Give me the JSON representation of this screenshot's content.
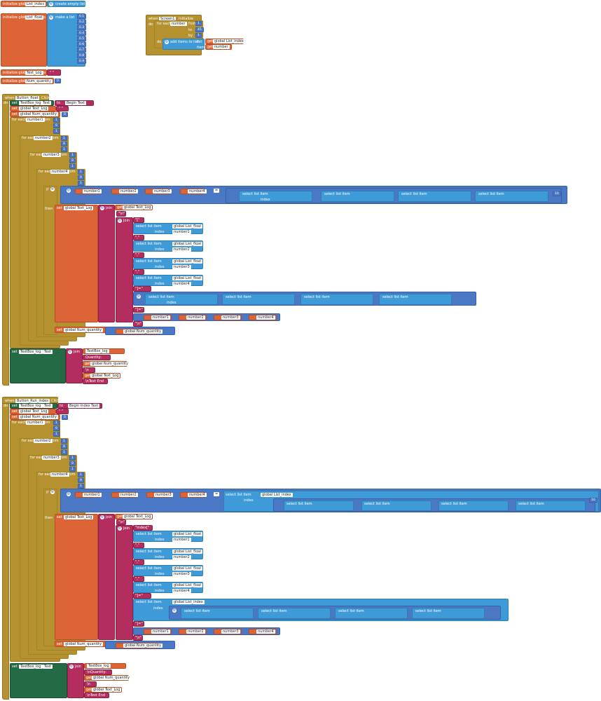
{
  "workspace": {
    "init_list_index": {
      "keyword": "initialize global",
      "var": "List_index",
      "to": "to",
      "value": "create empty list"
    },
    "init_list_float": {
      "keyword": "initialize global",
      "var": "List_float",
      "to": "to",
      "make": "make a list",
      "items": [
        "0.1",
        "0.2",
        "0.3",
        "0.4",
        "0.5",
        "0.6",
        "0.7",
        "0.8",
        "0.9"
      ]
    },
    "screen_init": {
      "when": "when",
      "component": "Screen1",
      "event": "Initialize",
      "do": "do",
      "for_each": "for each",
      "var": "number",
      "from": "from",
      "from_val": "1",
      "to": "to",
      "to_val": "45",
      "by": "by",
      "by_val": "1",
      "add_items": "add items to list",
      "list": "list",
      "item": "item",
      "get": "get",
      "list_var": "global List_index",
      "num_var": "number"
    },
    "init_text_log": {
      "keyword": "initialize global",
      "var": "Text_Log",
      "to": "to",
      "value": "\" \""
    },
    "init_num_quantity": {
      "keyword": "initialize global",
      "var": "Num_quantity",
      "to": "to",
      "value": "0"
    },
    "float_handler": {
      "when": "when",
      "component": "Button_float",
      "event": "Click",
      "do": "do",
      "set": "set",
      "textbox": "TextBox_log",
      "prop": "Text",
      "to": "to",
      "begin_text": "Begin Text",
      "set_log": "global Text_Log",
      "blank": "\" \"",
      "set_qty": "global Num_quantity",
      "zero": "0",
      "for_each": "for each",
      "from": "from",
      "by": "by",
      "vars": [
        "number1",
        "number2",
        "number3",
        "number4"
      ],
      "from_val": "1",
      "to_val": "9",
      "by_val": "1",
      "if": "if",
      "then": "then",
      "select": "select list item",
      "list": "list",
      "index": "index",
      "list_float": "global List_float",
      "get": "get",
      "join": "join",
      "bracket": "\"[\"",
      "comma": "\",\"",
      "eq": "\"]=\"",
      "nl": "\"\\n\"",
      "cmp": "=",
      "sum_val": "10",
      "qty_label": "Quantity:",
      "nl_label": "\\n",
      "end_text": "\\nText End",
      "get_qty": "global Num_quantity",
      "get_log": "global Text_Log"
    },
    "index_handler": {
      "when": "when",
      "component": "Button_Run_index",
      "event": "Click",
      "do": "do",
      "set": "set",
      "textbox": "TextBox_log",
      "prop": "Text",
      "to": "to",
      "begin_text": "Begin Index Text",
      "set_log": "global Text_Log",
      "blank": "\" \"",
      "set_qty": "global Num_quantity",
      "zero": "0",
      "for_each": "for each",
      "from": "from",
      "by": "by",
      "vars": [
        "number1",
        "number2",
        "number3",
        "number4"
      ],
      "from_val": "1",
      "to_val": "9",
      "by_val": "1",
      "if": "if",
      "then": "then",
      "select": "select list item",
      "list": "list",
      "index": "index",
      "list_float": "global List_float",
      "list_index": "global List_index",
      "get": "get",
      "join": "join",
      "bracket": "\"[\"",
      "idx": "\"Index[\"",
      "comma": "\",\"",
      "eq": "\"]=\"",
      "nl": "\"\\n\"",
      "cmp": "=",
      "sum_val": "10",
      "qty_label": "\\nQuantity:",
      "nl_label": "\\n",
      "end_text": "\\nText End",
      "get_qty": "global Num_quantity",
      "get_log": "global Text_Log"
    }
  }
}
